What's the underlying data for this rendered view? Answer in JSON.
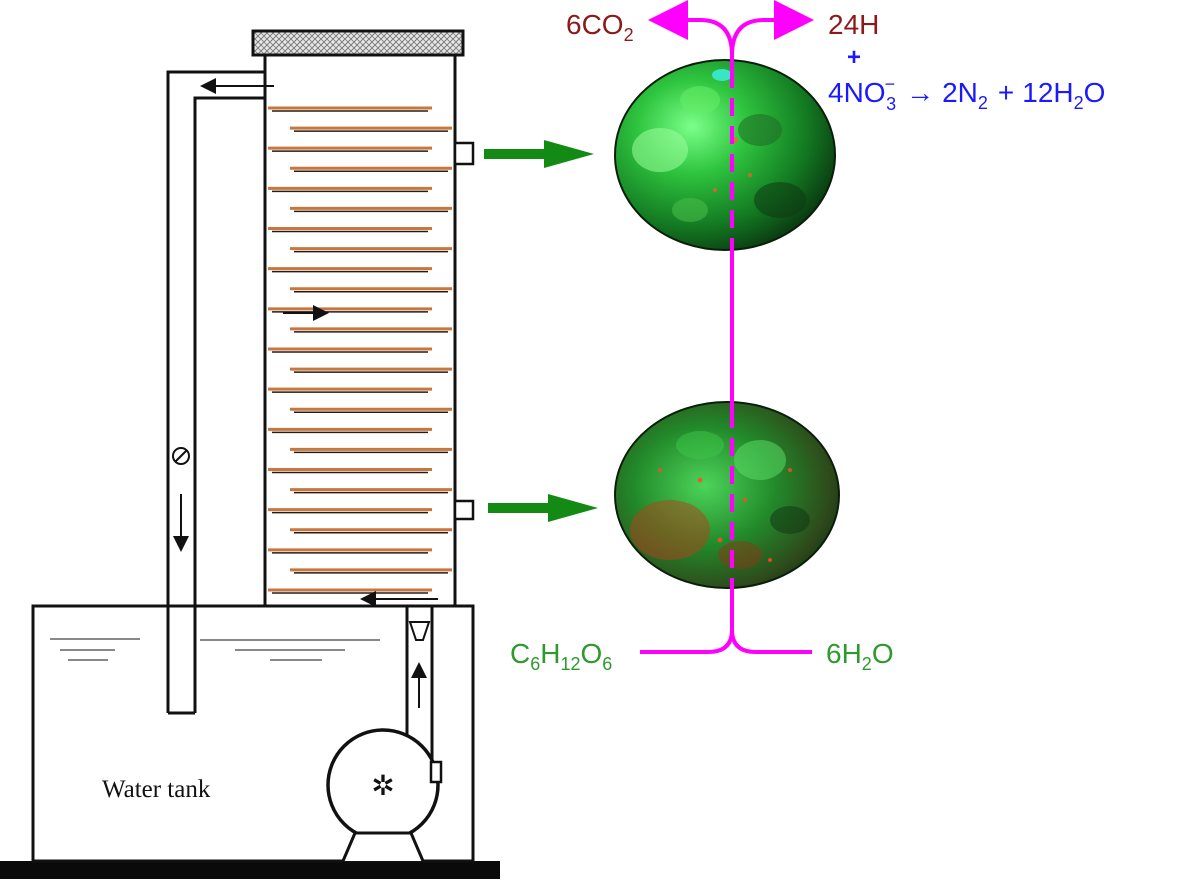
{
  "tank": {
    "label": "Water tank"
  },
  "reaction": {
    "co2_coef": "6CO",
    "co2_sub": "2",
    "h_label": "24H",
    "plus": "+",
    "no3_coef": "4NO",
    "no3_sub": "3",
    "no3_sup": "−",
    "arrow": "→",
    "n2_coef": "2N",
    "n2_sub": "2",
    "plus2": "+",
    "water_coef": "12H",
    "water_sub": "2",
    "water_tail": "O"
  },
  "substrate": {
    "glucose_c": "C",
    "glucose_c_sub": "6",
    "glucose_h": "H",
    "glucose_h_sub": "12",
    "glucose_o": "O",
    "glucose_o_sub": "6",
    "product_coef": "6H",
    "product_sub": "2",
    "product_tail": "O"
  },
  "colors": {
    "magenta": "#ff00ff",
    "co2": "#8b1a1a",
    "no3": "#1a1aff",
    "glucose": "#2e9a2e",
    "arrow_green": "#138a13",
    "disc_orange": "#c7773e"
  }
}
